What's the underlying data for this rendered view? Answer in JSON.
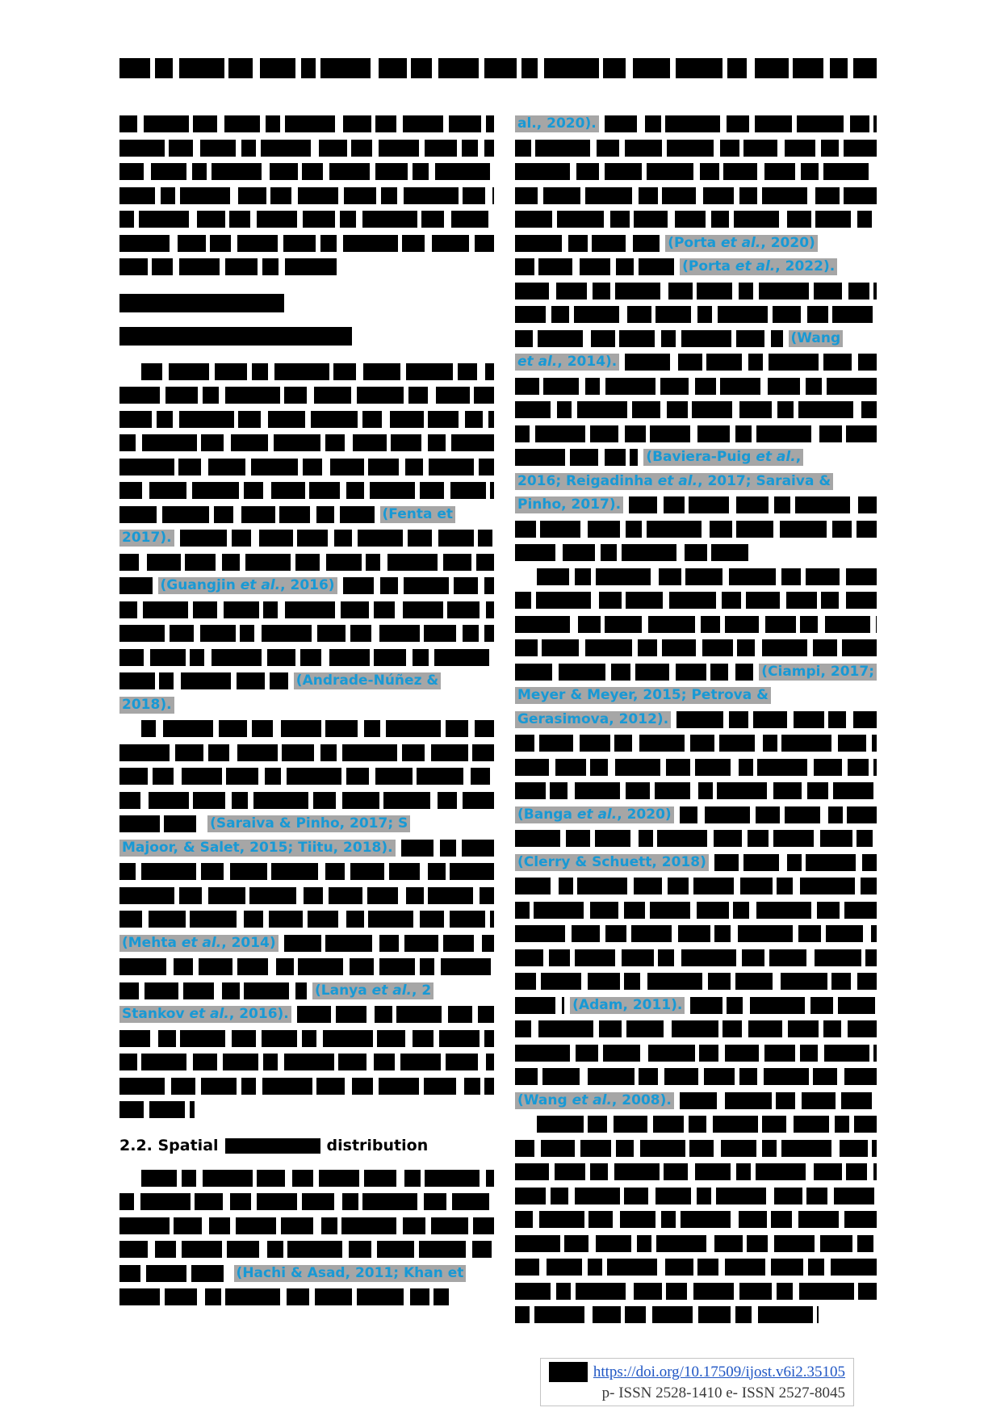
{
  "document": {
    "kind": "redacted-academic-paper-page",
    "accent_citation_color": "#1899d5",
    "citation_highlight_color": "#a6a6a6",
    "redaction_color": "#000000"
  },
  "header": {
    "lines": [
      {
        "k": "bars",
        "w": 100
      }
    ]
  },
  "left_column": {
    "lines": [
      {
        "k": "bars"
      },
      {
        "k": "bars"
      },
      {
        "k": "bars"
      },
      {
        "k": "bars"
      },
      {
        "k": "bars"
      },
      {
        "k": "bars"
      },
      {
        "k": "bars",
        "w": 58
      },
      {
        "k": "gap",
        "h": 14
      },
      {
        "k": "h",
        "w": 44
      },
      {
        "k": "gap",
        "h": 10
      },
      {
        "k": "h",
        "w": 62
      },
      {
        "k": "gap",
        "h": 14
      },
      {
        "k": "bars",
        "indent": true
      },
      {
        "k": "bars"
      },
      {
        "k": "bars"
      },
      {
        "k": "bars"
      },
      {
        "k": "bars"
      },
      {
        "k": "bars"
      },
      {
        "k": "cite",
        "pre": 68,
        "text": "(Fenta et",
        "clip": true
      },
      {
        "k": "cite",
        "pre": 0,
        "text": "2017).",
        "fill": true
      },
      {
        "k": "bars"
      },
      {
        "k": "cite",
        "pre": 28,
        "text": "(Guangjin et al., 2016)",
        "fill": true
      },
      {
        "k": "bars"
      },
      {
        "k": "bars"
      },
      {
        "k": "bars"
      },
      {
        "k": "cite",
        "pre": 45,
        "text": "(Andrade-Núñez &",
        "clip": true
      },
      {
        "k": "cite",
        "pre": 0,
        "text": "2018).",
        "fill": false
      },
      {
        "k": "bars",
        "indent": true
      },
      {
        "k": "bars"
      },
      {
        "k": "bars"
      },
      {
        "k": "bars"
      },
      {
        "k": "cite",
        "pre": 22,
        "text": "(Saraiva & Pinho, 2017; S",
        "clip": true
      },
      {
        "k": "cite",
        "pre": 0,
        "text": "Majoor, & Salet, 2015; Tiitu, 2018).",
        "fill": true
      },
      {
        "k": "bars"
      },
      {
        "k": "bars"
      },
      {
        "k": "bars"
      },
      {
        "k": "cite",
        "pre": 0,
        "text": "(Mehta et al., 2014)",
        "fill": true
      },
      {
        "k": "bars"
      },
      {
        "k": "cite",
        "pre": 50,
        "text": "(Lanya et al., 2",
        "clip": true
      },
      {
        "k": "cite",
        "pre": 0,
        "text": "Stankov et al., 2016).",
        "fill": true
      },
      {
        "k": "bars"
      },
      {
        "k": "bars"
      },
      {
        "k": "bars"
      },
      {
        "k": "bars",
        "w": 20
      },
      {
        "k": "gap",
        "h": 14
      },
      {
        "k": "hmix",
        "pre_text": "2.2. Spatial",
        "bar": 118,
        "post_text": "distribution"
      },
      {
        "k": "gap",
        "h": 10
      },
      {
        "k": "bars",
        "indent": true
      },
      {
        "k": "bars"
      },
      {
        "k": "bars"
      },
      {
        "k": "bars"
      },
      {
        "k": "cite",
        "pre": 29,
        "text": "(Hachi & Asad, 2011; Khan et",
        "clip": true
      },
      {
        "k": "bars",
        "w": 88
      }
    ]
  },
  "right_column": {
    "lines": [
      {
        "k": "cite",
        "pre": 0,
        "text": "al., 2020).",
        "fill": true
      },
      {
        "k": "bars"
      },
      {
        "k": "bars"
      },
      {
        "k": "bars"
      },
      {
        "k": "bars"
      },
      {
        "k": "cite",
        "pre": 40,
        "text": "(Porta et al., 2020)",
        "clip": true
      },
      {
        "k": "cite",
        "pre": 44,
        "text": "(Porta et al., 2022).",
        "clip": true
      },
      {
        "k": "bars"
      },
      {
        "k": "bars"
      },
      {
        "k": "cite",
        "pre": 74,
        "text": "(Wang",
        "clip": true
      },
      {
        "k": "cite",
        "pre": 0,
        "text": "et al., 2014).",
        "fill": true
      },
      {
        "k": "bars"
      },
      {
        "k": "bars"
      },
      {
        "k": "bars"
      },
      {
        "k": "cite",
        "pre": 34,
        "text": "(Baviera-Puig et al.,",
        "clip": true
      },
      {
        "k": "cite",
        "pre": 0,
        "text": "2016; Reigadinha et al., 2017; Saraiva &",
        "fill": false
      },
      {
        "k": "cite",
        "pre": 0,
        "text": "Pinho, 2017).",
        "fill": true
      },
      {
        "k": "bars"
      },
      {
        "k": "bars",
        "w": 66
      },
      {
        "k": "bars",
        "indent": true
      },
      {
        "k": "bars"
      },
      {
        "k": "bars"
      },
      {
        "k": "bars"
      },
      {
        "k": "cite",
        "pre": 66,
        "text": "(Ciampi, 2017;",
        "clip": true
      },
      {
        "k": "cite",
        "pre": 0,
        "text": "Meyer & Meyer, 2015; Petrova &",
        "fill": false
      },
      {
        "k": "cite",
        "pre": 0,
        "text": "Gerasimova, 2012).",
        "fill": true
      },
      {
        "k": "bars"
      },
      {
        "k": "bars"
      },
      {
        "k": "bars"
      },
      {
        "k": "cite",
        "pre": 0,
        "text": "(Banga et al., 2020)",
        "fill": true
      },
      {
        "k": "bars"
      },
      {
        "k": "cite",
        "pre": 0,
        "text": "(Clerry & Schuett, 2018)",
        "fill": true
      },
      {
        "k": "bars"
      },
      {
        "k": "bars"
      },
      {
        "k": "bars"
      },
      {
        "k": "bars"
      },
      {
        "k": "bars"
      },
      {
        "k": "cite",
        "pre": 36,
        "text": "(Adam, 2011).",
        "fill": true
      },
      {
        "k": "bars"
      },
      {
        "k": "bars"
      },
      {
        "k": "bars"
      },
      {
        "k": "cite",
        "pre": 0,
        "text": "(Wang et al., 2008).",
        "fill": true
      },
      {
        "k": "bars",
        "indent": true
      },
      {
        "k": "bars"
      },
      {
        "k": "bars"
      },
      {
        "k": "bars"
      },
      {
        "k": "bars"
      },
      {
        "k": "bars"
      },
      {
        "k": "bars"
      },
      {
        "k": "bars"
      },
      {
        "k": "bars",
        "w": 84
      }
    ]
  },
  "footer": {
    "doi_url": "https://doi.org/10.17509/ijost.v6i2.35105",
    "issn": "p- ISSN 2528-1410 e- ISSN 2527-8045"
  }
}
